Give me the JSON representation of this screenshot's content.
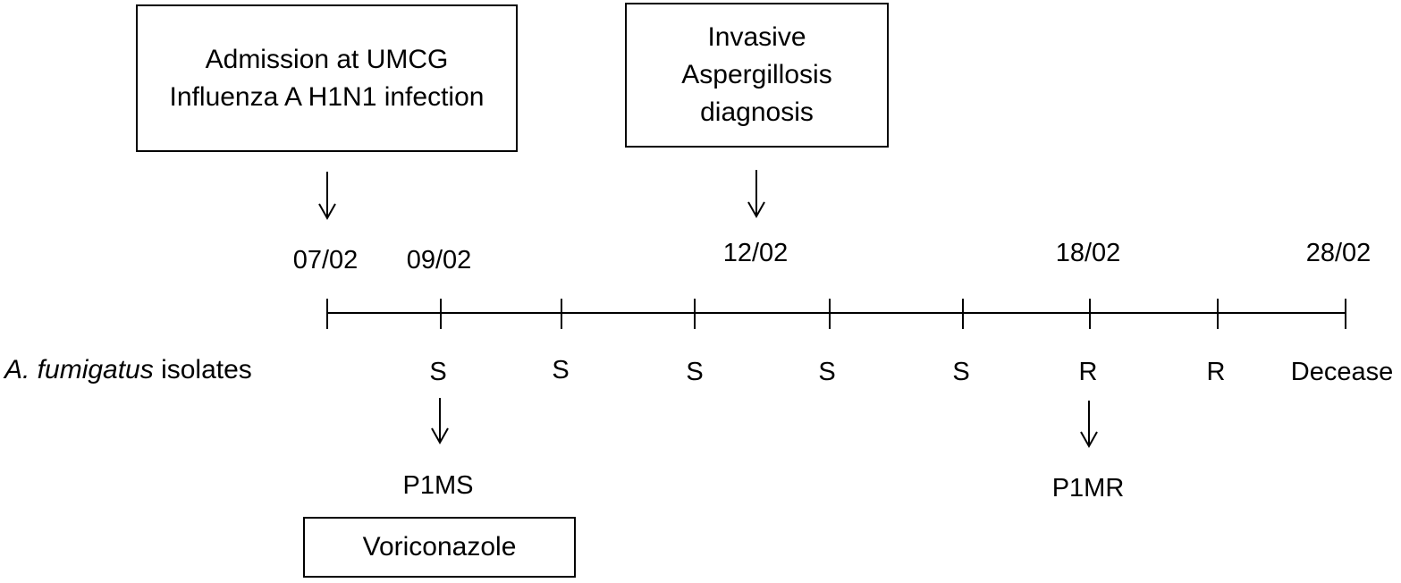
{
  "boxes": {
    "admission": {
      "line1": "Admission at UMCG",
      "line2": "Influenza A H1N1 infection"
    },
    "aspergillosis": {
      "line1": "Invasive",
      "line2": "Aspergillosis",
      "line3": "diagnosis"
    },
    "voriconazole": "Voriconazole"
  },
  "dates": {
    "d0702": "07/02",
    "d0902": "09/02",
    "d1202": "12/02",
    "d1802": "18/02",
    "d2802": "28/02"
  },
  "row_label": {
    "italic": "A. fumigatus",
    "rest": " isolates"
  },
  "isolates": [
    "S",
    "S",
    "S",
    "S",
    "S",
    "R",
    "R",
    "Decease"
  ],
  "strains": {
    "susceptible": "P1MS",
    "resistant": "P1MR"
  }
}
